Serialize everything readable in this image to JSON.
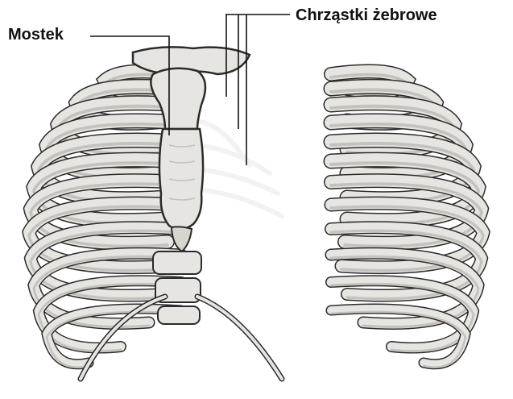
{
  "labels": {
    "sternum": "Mostek",
    "costal_cartilages": "Chrząstki żebrowe"
  },
  "illustration": {
    "subject": "rib-cage-illustration",
    "bone_color": "#e7e5e1",
    "bone_shade": "#a9a6a0",
    "outline_color": "#2b2b2b",
    "leader_line_color": "#111111"
  }
}
